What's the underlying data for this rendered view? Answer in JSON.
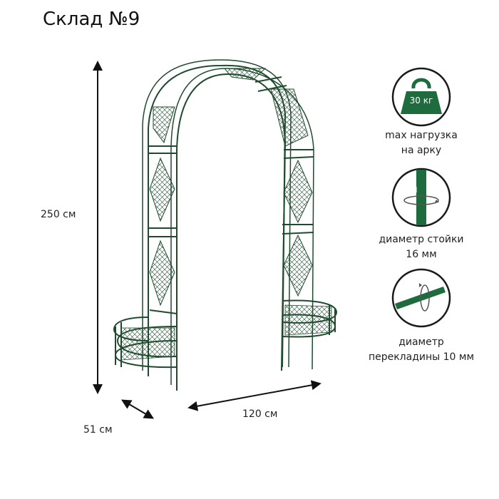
{
  "title": "Склад №9",
  "dimensions": {
    "height": "250 см",
    "width": "120 см",
    "depth": "51 см"
  },
  "features": [
    {
      "icon": "weight-icon",
      "badge": "30 кг",
      "line1": "max нагрузка",
      "line2": "на арку"
    },
    {
      "icon": "post-diameter-icon",
      "line1": "диаметр стойки",
      "line2": "16 мм"
    },
    {
      "icon": "crossbar-diameter-icon",
      "line1": "диаметр",
      "line2": "перекладины 10 мм"
    }
  ],
  "colors": {
    "frame": "#1f4a2e",
    "icon_green": "#1e6b3e",
    "icon_dark": "#1a1a1a"
  }
}
